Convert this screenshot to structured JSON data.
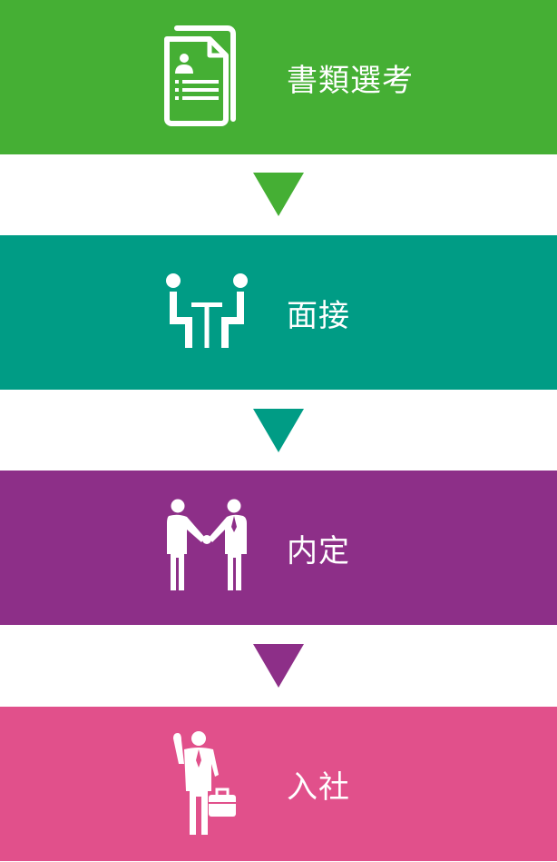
{
  "steps": [
    {
      "label": "書類選考",
      "icon": "document-icon",
      "color": "#45af34"
    },
    {
      "label": "面接",
      "icon": "interview-icon",
      "color": "#009c85"
    },
    {
      "label": "内定",
      "icon": "handshake-icon",
      "color": "#8d2f88"
    },
    {
      "label": "入社",
      "icon": "employee-icon",
      "color": "#e1508b"
    }
  ],
  "arrows": [
    {
      "icon": "arrow-down-icon",
      "color": "#45af34"
    },
    {
      "icon": "arrow-down-icon",
      "color": "#009c85"
    },
    {
      "icon": "arrow-down-icon",
      "color": "#8d2f88"
    }
  ]
}
